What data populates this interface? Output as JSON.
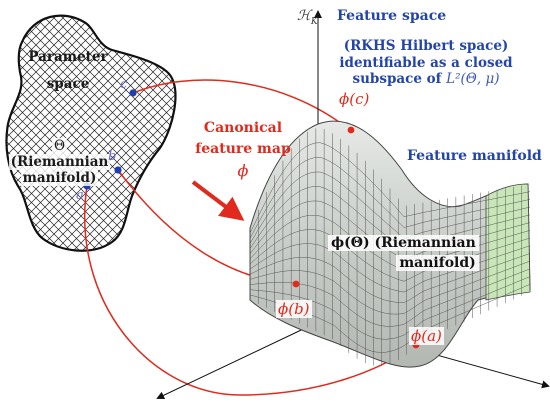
{
  "parameter_space": {
    "title_line1": "Parameter",
    "title_line2": "space",
    "theta_symbol": "Θ",
    "theta_line2": "(Riemannian",
    "theta_line3": "manifold)",
    "points": [
      {
        "label": "a"
      },
      {
        "label": "b"
      },
      {
        "label": "c"
      }
    ]
  },
  "map": {
    "line1": "Canonical",
    "line2": "feature map",
    "symbol": "ϕ"
  },
  "feature_space": {
    "axis_symbol": "ℋ",
    "axis_subscript": "K",
    "title": "Feature space",
    "rkhs_line1": "(RKHS Hilbert space)",
    "rkhs_line2": "identifiable as a closed",
    "rkhs_line3_text": "subspace of ",
    "rkhs_line3_math": "L²(Θ, μ)"
  },
  "feature_manifold": {
    "title": "Feature manifold",
    "phi_c": "ϕ(c)",
    "phi_b": "ϕ(b)",
    "phi_a": "ϕ(a)",
    "manifold_line1": "ϕ(Θ) (Riemannian",
    "manifold_line2": "manifold)"
  },
  "colors": {
    "accent_red": "#e02a1d",
    "feature_blue": "#2344a8",
    "point_blue": "#1f3fae",
    "surface_gray": "#d6dbd6",
    "surface_green": "#c9e6b8"
  }
}
